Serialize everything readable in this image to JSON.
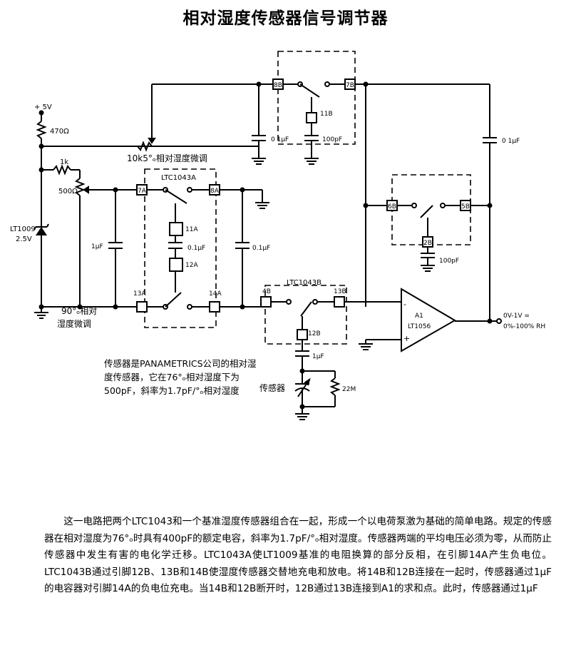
{
  "title": "相对湿度传感器信号调节器",
  "labels": {
    "vplus": "+ 5V",
    "r470": "470Ω",
    "r1k": "1k",
    "r500": "500Ω",
    "lt1009_1": "LT1009",
    "lt1009_2": "2.5V",
    "trim_top": "10k5°ₒ相对湿度微调",
    "trim_bot_1": "90°ₒ相对",
    "trim_bot_2": "湿度微调",
    "ltc_a": "LTC1043A",
    "ltc_b": "LTC1043B",
    "pin_7a": "7A",
    "pin_8a": "8A",
    "pin_13a": "13A",
    "pin_14a": "14A",
    "pin_11a": "11A",
    "pin_12a": "12A",
    "pin_8b": "8B",
    "pin_7b": "7B",
    "pin_11b": "11B",
    "pin_6b": "6B",
    "pin_5b": "5B",
    "pin_2b": "2B",
    "pin_4b": "4B",
    "pin_13b": "13B",
    "pin_12b": "12B",
    "c_1uf": "1μF",
    "c_01uf_a": "0.1μF",
    "c_01uf_b": "0.1μF",
    "c_01uf_c": "0 1μF",
    "c_01uf_d": "0 1μF",
    "c_100pf_a": "100pF",
    "c_100pf_b": "100pF",
    "c_1uf_b": "1μF",
    "sensor": "传感器",
    "r22m": "22M",
    "amp_a1": "A1",
    "amp_lt1056": "LT1056",
    "out_1": "0V-1V =",
    "out_2": "0%-100% RH"
  },
  "note": "传感器是PANAMETRICS公司的相对湿度传感器，它在76°ₒ相对湿度下为500pF，斜率为1.7pF/°ₒ相对湿度",
  "paragraph": "这一电路把两个LTC1043和一个基准湿度传感器组合在一起，形成一个以电荷泵激为基础的简单电路。规定的传感器在相对湿度为76°ₒ时具有400pF的额定电容，斜率为1.7pF/°ₒ相对湿度。传感器两端的平均电压必须为零，从而防止传感器中发生有害的电化学迁移。LTC1043A使LT1009基准的电阻换算的部分反相，在引脚14A产生负电位。LTC1043B通过引脚12B、13B和14B使湿度传感器交替地充电和放电。将14B和12B连接在一起时，传感器通过1μF的电容器对引脚14A的负电位充电。当14B和12B断开时，12B通过13B连接到A1的求和点。此时，传感器通过1μF"
}
